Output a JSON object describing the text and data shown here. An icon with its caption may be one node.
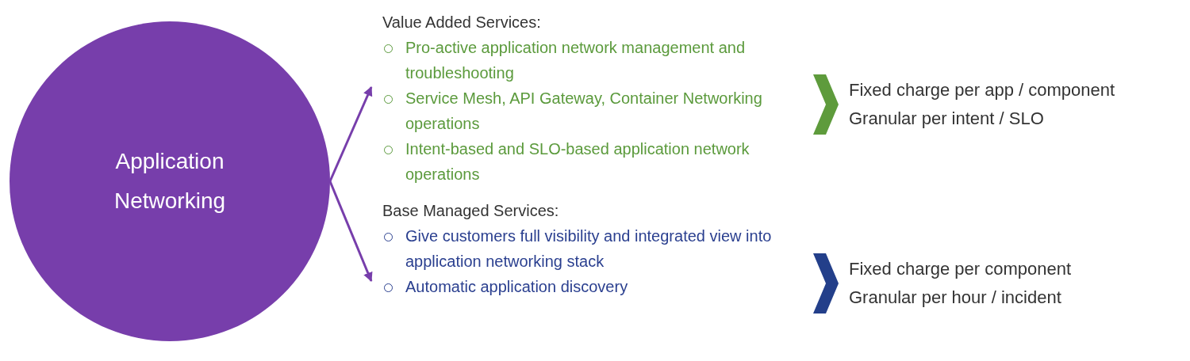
{
  "diagram": {
    "nodes": [
      {
        "text": [
          "Application Networking"
        ]
      },
      {
        "text": [
          "Value Added Services:",
          "Pro-active application network management and troubleshooting",
          "Service Mesh, API Gateway, Container Networking operations",
          "Intent-based and SLO-based application network operations"
        ]
      },
      {
        "text": [
          "Base Managed Services:",
          "Give customers full visibility and integrated view into application networking stack",
          "Automatic application discovery"
        ]
      },
      {
        "text": [
          "Fixed charge per app / component",
          "Granular per intent / SLO"
        ]
      },
      {
        "text": [
          "Fixed charge per component",
          "Granular per hour / incident"
        ]
      }
    ],
    "edges": [
      {
        "from": 0,
        "to": 1,
        "arrow": "to",
        "color": "#773eab"
      },
      {
        "from": 0,
        "to": 2,
        "arrow": "to",
        "color": "#773eab"
      },
      {
        "from": 1,
        "to": 3,
        "arrow": "to",
        "color": "#5e9b3c"
      },
      {
        "from": 2,
        "to": 4,
        "arrow": "to",
        "color": "#233f8a"
      }
    ]
  }
}
